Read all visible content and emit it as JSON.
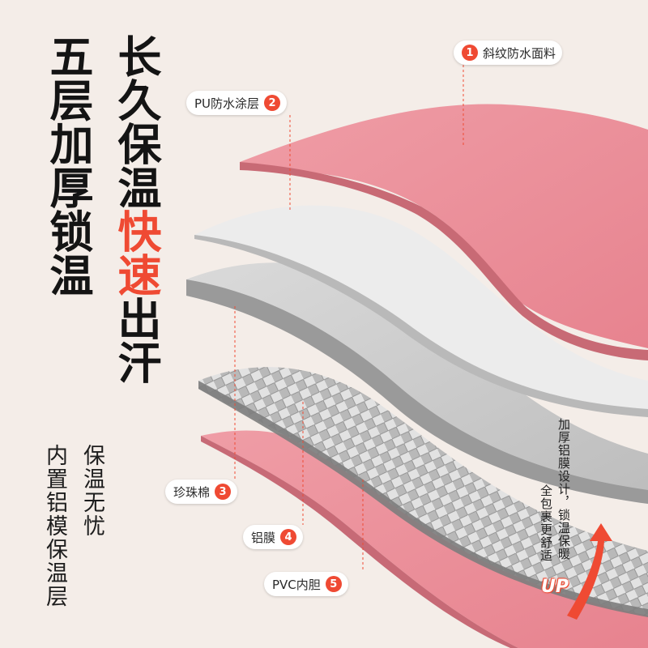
{
  "headline": {
    "line1": "五层加厚锁温",
    "line2_part1": "长久保温",
    "line2_part2": "快速",
    "line2_part3": "出汗"
  },
  "side_text": {
    "col1": "保温无忧",
    "col2": "内置铝模保温层"
  },
  "layers": [
    {
      "num": "1",
      "label": "斜纹防水面料"
    },
    {
      "num": "2",
      "label": "PU防水涂层"
    },
    {
      "num": "3",
      "label": "珍珠棉"
    },
    {
      "num": "4",
      "label": "铝膜"
    },
    {
      "num": "5",
      "label": "PVC内胆"
    }
  ],
  "note": {
    "line1": "加厚铝膜设计，锁温保暖",
    "line2": "全包裹更舒适"
  },
  "badge": "UP",
  "colors": {
    "background": "#f4ede8",
    "accent": "#ef4a33",
    "pink_fabric": "#e88b96",
    "pink_edge": "#c86a75",
    "pu_white": "#ededed",
    "foam_gray": "#cfcfcf",
    "foil_silver": "#b8b8b8"
  }
}
